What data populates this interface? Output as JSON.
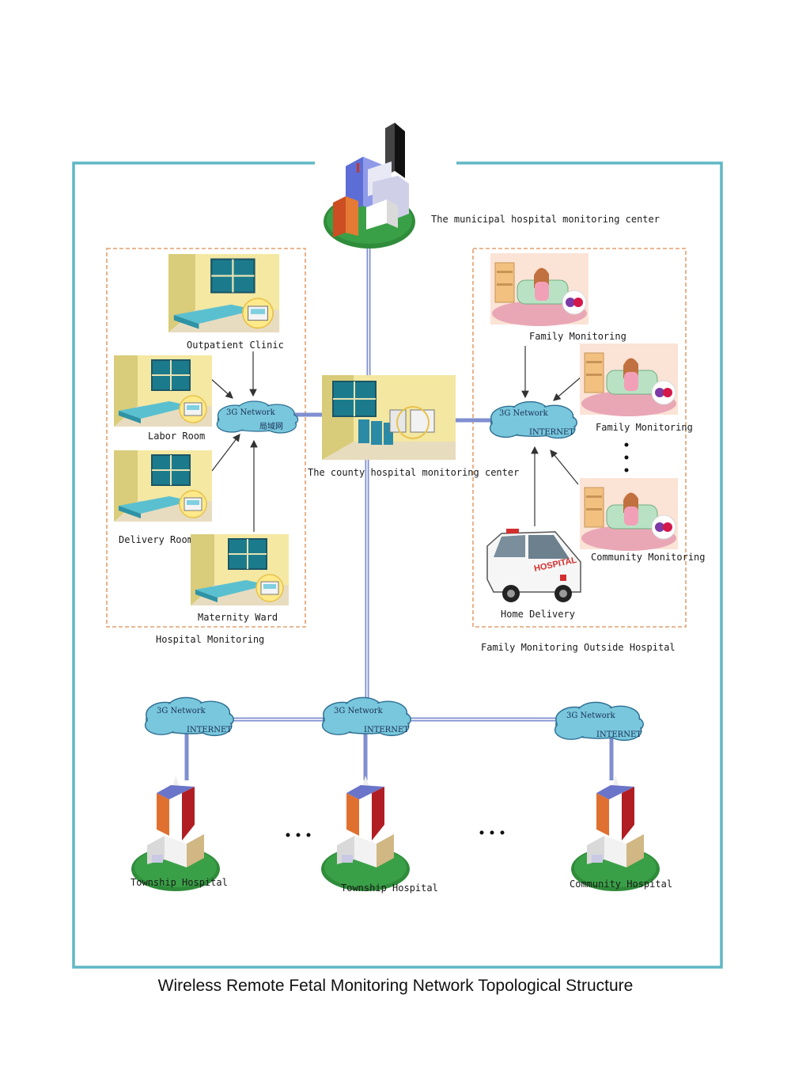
{
  "title": "Wireless Remote Fetal Monitoring Network Topological Structure",
  "colors": {
    "frame": "#5fb7c4",
    "trunk": "#7f8fd0",
    "group_border": "#e2a070",
    "cloud": "#79c7dc",
    "ground": "#2f8c3a"
  },
  "nodes": {
    "municipal_center": "The municipal hospital monitoring center",
    "county_center": "The county hospital monitoring center"
  },
  "hospital_group": {
    "label": "Hospital Monitoring",
    "rooms": [
      "Outpatient Clinic",
      "Labor Room",
      "Delivery Room",
      "Maternity Ward"
    ],
    "cloud": {
      "top": "3G Network",
      "bottom": "局域网"
    }
  },
  "family_group": {
    "label": "Family Monitoring Outside Hospital",
    "items": [
      "Family Monitoring",
      "Family Monitoring",
      "Community Monitoring",
      "Home Delivery"
    ],
    "cloud": {
      "top": "3G Network",
      "bottom": "INTERNET"
    },
    "ambulance_text": "HOSPITAL"
  },
  "bottom": {
    "clouds": [
      {
        "top": "3G Network",
        "bottom": "INTERNET"
      },
      {
        "top": "3G Network",
        "bottom": "INTERNET"
      },
      {
        "top": "3G Network",
        "bottom": "INTERNET"
      }
    ],
    "hospitals": [
      "Township Hospital",
      "Township Hospital",
      "Community Hospital"
    ]
  },
  "icons": {
    "city": "city-buildings-icon",
    "township": "township-hospital-building-icon",
    "ambulance": "ambulance-icon",
    "room": "hospital-room-icon",
    "home": "home-monitoring-icon",
    "cloud": "network-cloud-icon"
  }
}
